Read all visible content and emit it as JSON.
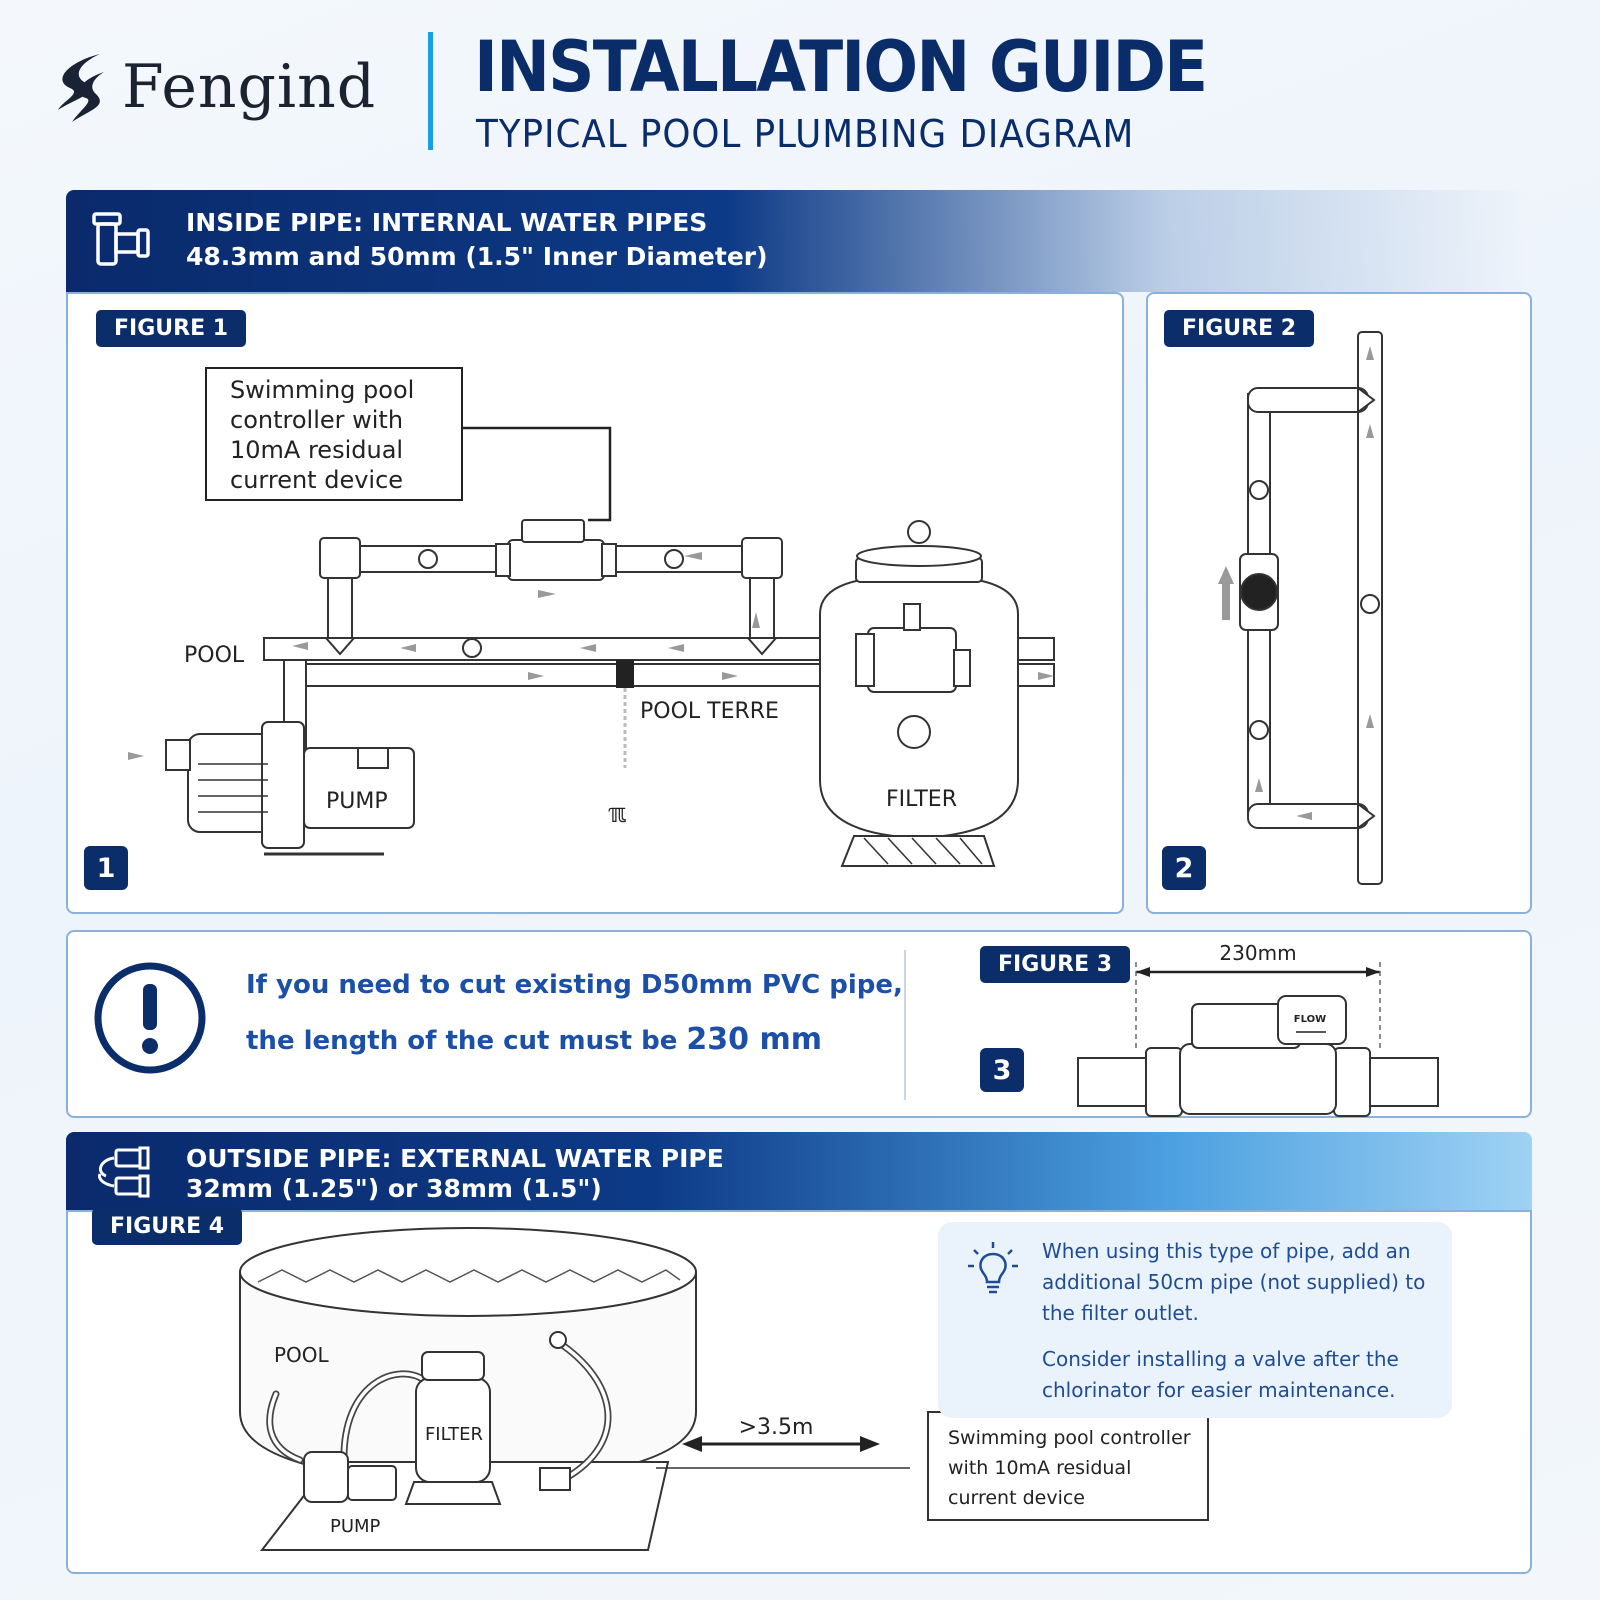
{
  "brand": {
    "name": "Fengind"
  },
  "header": {
    "title": "INSTALLATION GUIDE",
    "subtitle": "TYPICAL POOL PLUMBING DIAGRAM"
  },
  "inside_pipe": {
    "line1": "INSIDE PIPE: INTERNAL WATER PIPES",
    "line2": "48.3mm and 50mm (1.5\" Inner Diameter)"
  },
  "figure1": {
    "label": "FIGURE 1",
    "number": "1",
    "controller_note": [
      "Swimming pool",
      "controller with",
      "10mA residual",
      "current device"
    ],
    "pool": "POOL",
    "pool_terre": "POOL TERRE",
    "pump": "PUMP",
    "filter": "FILTER"
  },
  "figure2": {
    "label": "FIGURE 2",
    "number": "2"
  },
  "cut_note": {
    "line1": "If you need to cut existing D50mm PVC pipe,",
    "line2_prefix": "the length of the cut must be",
    "line2_value": "230 mm"
  },
  "figure3": {
    "label": "FIGURE 3",
    "number": "3",
    "dimension": "230mm",
    "flow": "FLOW"
  },
  "outside_pipe": {
    "line1": "OUTSIDE PIPE: EXTERNAL WATER PIPE",
    "line2": "32mm (1.25\") or 38mm (1.5\")"
  },
  "figure4": {
    "label": "FIGURE 4",
    "pool": "POOL",
    "filter": "FILTER",
    "pump": "PUMP",
    "distance": ">3.5m",
    "controller_note": [
      "Swimming pool controller",
      "with 10mA residual",
      "current device"
    ]
  },
  "tip": {
    "para1": "When using this type of pipe, add an additional 50cm pipe (not supplied) to the filter outlet.",
    "para2": "Consider installing a valve after the chlorinator for easier maintenance."
  },
  "colors": {
    "navy": "#0b2d6a",
    "accent": "#17a0dc",
    "note_blue": "#1b4fa8"
  },
  "icons": {
    "logo": "wave-logo-icon",
    "inside": "pipe-fitting-icon",
    "outside": "pipe-connectors-icon",
    "alert": "exclamation-icon",
    "tip": "lightbulb-icon"
  }
}
